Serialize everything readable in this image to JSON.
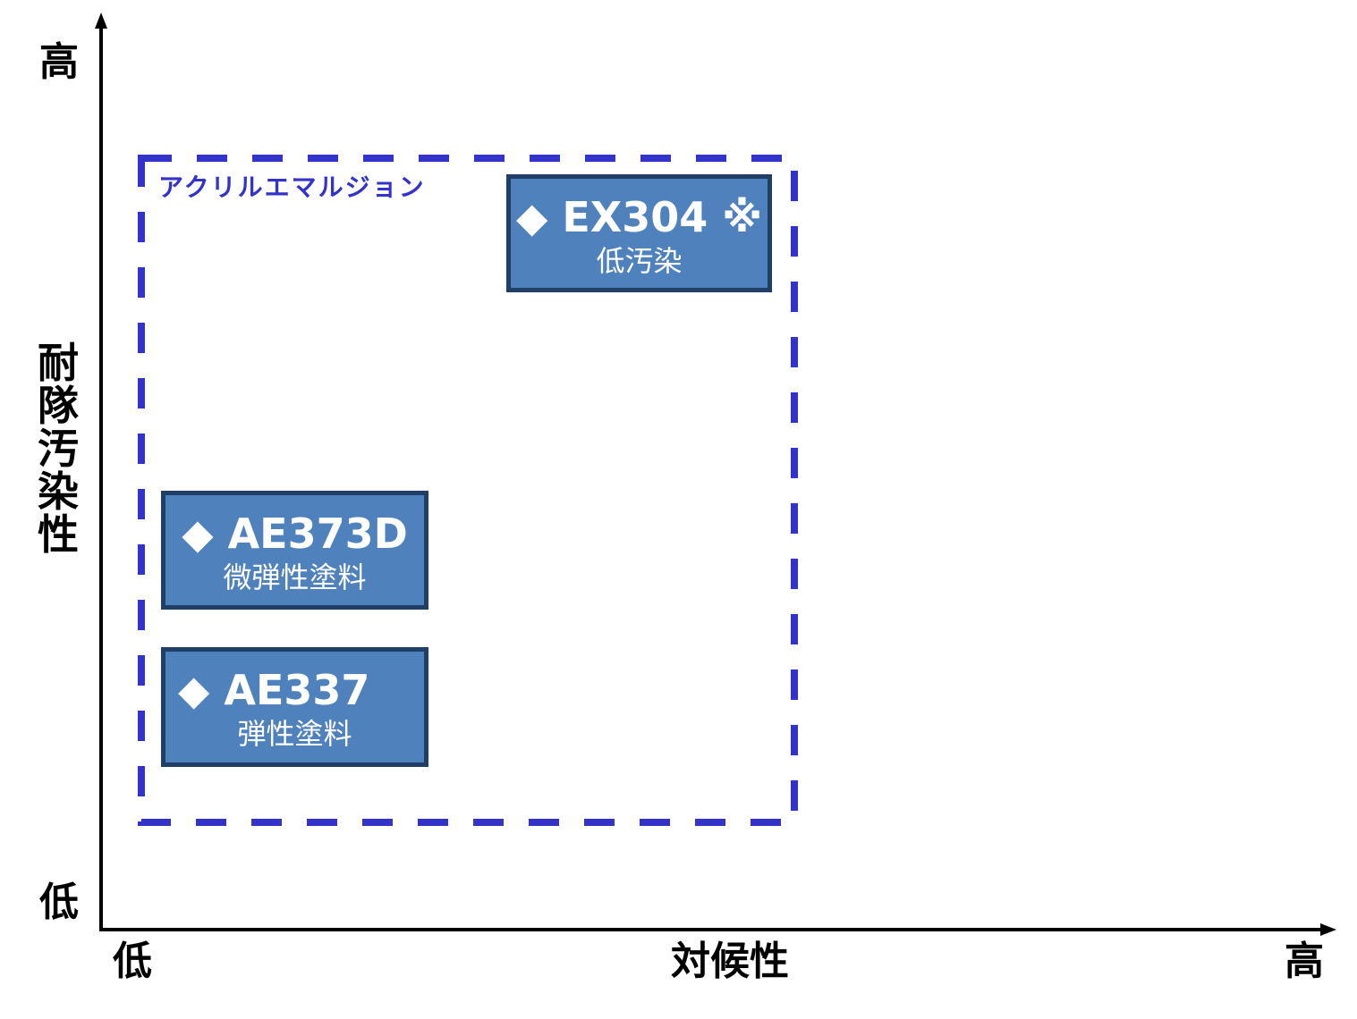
{
  "axes": {
    "y_high": "高",
    "y_low": "低",
    "y_title": "耐隊汚染性",
    "x_low": "低",
    "x_title": "対候性",
    "x_high": "高"
  },
  "group": {
    "label": "アクリルエマルジョン",
    "border_color": "#3333cc"
  },
  "products": [
    {
      "name": "◆ EX304 ※",
      "desc": "低汚染"
    },
    {
      "name": "◆ AE373D",
      "desc": "微弾性塗料"
    },
    {
      "name": "◆ AE337",
      "desc": "弾性塗料"
    }
  ],
  "colors": {
    "box_fill": "#4f81bd",
    "box_border": "#1f3f66",
    "axis": "#000000"
  }
}
